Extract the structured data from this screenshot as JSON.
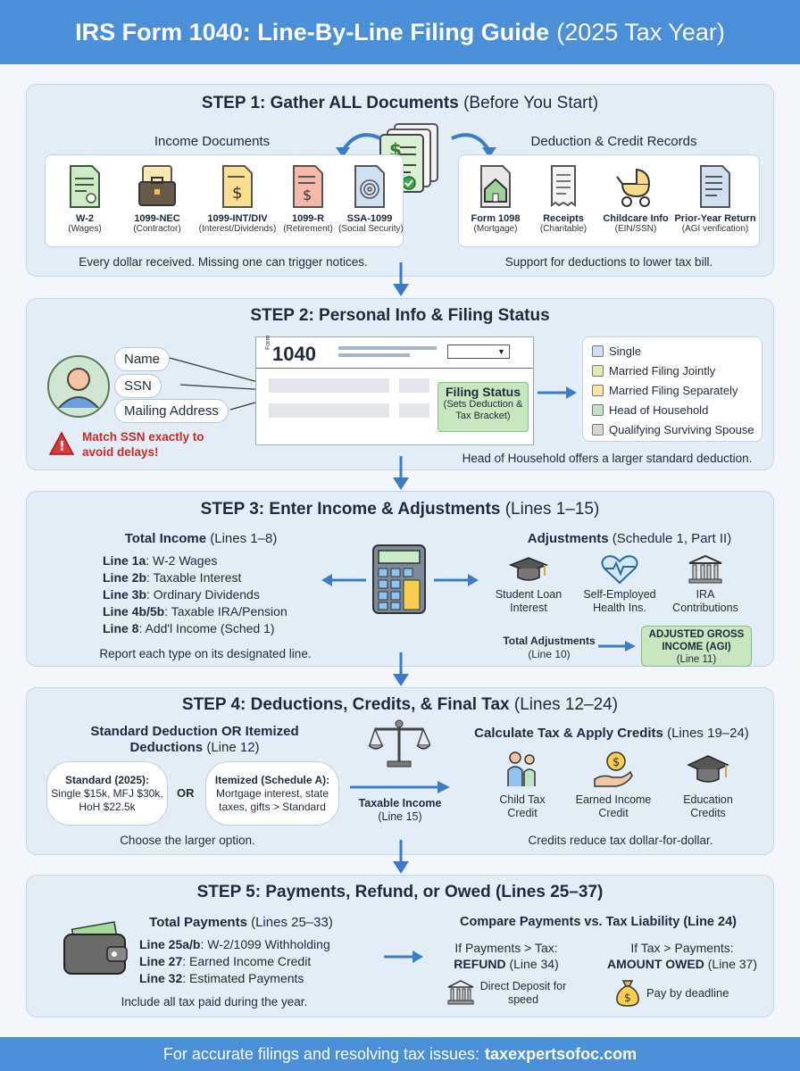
{
  "header": {
    "title_bold": "IRS Form 1040: Line-By-Line Filing Guide",
    "title_rest": "(2025 Tax Year)"
  },
  "step1": {
    "title_bold": "STEP 1: Gather ALL Documents",
    "title_rest": "(Before You Start)",
    "income_heading": "Income Documents",
    "deduction_heading": "Deduction & Credit Records",
    "income_docs": [
      {
        "label": "W-2",
        "sub": "(Wages)"
      },
      {
        "label": "1099-NEC",
        "sub": "(Contractor)"
      },
      {
        "label": "1099-INT/DIV",
        "sub": "(Interest/Dividends)"
      },
      {
        "label": "1099-R",
        "sub": "(Retirement)"
      },
      {
        "label": "SSA-1099",
        "sub": "(Social Security)"
      }
    ],
    "deduction_docs": [
      {
        "label": "Form 1098",
        "sub": "(Mortgage)"
      },
      {
        "label": "Receipts",
        "sub": "(Charitable)"
      },
      {
        "label": "Childcare Info",
        "sub": "(EIN/SSN)"
      },
      {
        "label": "Prior-Year Return",
        "sub": "(AGI verification)"
      }
    ],
    "note_left": "Every dollar received. Missing one can trigger notices.",
    "note_right": "Support for deductions to lower tax bill."
  },
  "step2": {
    "title": "STEP 2: Personal Info & Filing Status",
    "fields": [
      "Name",
      "SSN",
      "Mailing Address"
    ],
    "warning": "Match SSN exactly to avoid delays!",
    "form_small": "Form",
    "form_number": "1040",
    "filing_status_title": "Filing Status",
    "filing_status_sub": "(Sets Deduction & Tax Bracket)",
    "statuses": [
      {
        "label": "Single",
        "color": "#cfe0f3"
      },
      {
        "label": "Married Filing Jointly",
        "color": "#e3ecb3"
      },
      {
        "label": "Married Filing Separately",
        "color": "#f8e3a8"
      },
      {
        "label": "Head of Household",
        "color": "#bfe3c4"
      },
      {
        "label": "Qualifying Surviving Spouse",
        "color": "#d9d5d2"
      }
    ],
    "note": "Head of Household offers a larger standard deduction."
  },
  "step3": {
    "title_bold": "STEP 3: Enter Income & Adjustments",
    "title_rest": "(Lines 1–15)",
    "income_heading_bold": "Total Income",
    "income_heading_rest": "(Lines 1–8)",
    "lines": [
      {
        "line": "Line 1a",
        "text": ": W-2 Wages"
      },
      {
        "line": "Line 2b",
        "text": ": Taxable Interest"
      },
      {
        "line": "Line 3b",
        "text": ": Ordinary Dividends"
      },
      {
        "line": "Line 4b/5b",
        "text": ": Taxable IRA/Pension"
      },
      {
        "line": "Line 8",
        "text": ": Add'l Income (Sched 1)"
      }
    ],
    "income_note": "Report each type on its designated line.",
    "adj_heading_bold": "Adjustments",
    "adj_heading_rest": "(Schedule 1, Part II)",
    "adjustments": [
      {
        "label": "Student Loan Interest"
      },
      {
        "label": "Self-Employed Health Ins."
      },
      {
        "label": "IRA Contributions"
      }
    ],
    "total_adj": "Total Adjustments",
    "total_adj_line": "(Line 10)",
    "agi": "ADJUSTED GROSS INCOME (AGI)",
    "agi_line": "(Line 11)"
  },
  "step4": {
    "title_bold": "STEP 4: Deductions, Credits, & Final Tax",
    "title_rest": "(Lines 12–24)",
    "ded_heading_bold": "Standard Deduction OR Itemized Deductions",
    "ded_heading_rest": "(Line 12)",
    "standard_title": "Standard (2025):",
    "standard_body": "Single $15k, MFJ $30k, HoH $22.5k",
    "or": "OR",
    "itemized_title": "Itemized (Schedule A):",
    "itemized_body": "Mortgage interest, state taxes, gifts > Standard",
    "ded_note": "Choose the larger option.",
    "taxable": "Taxable Income",
    "taxable_line": "(Line 15)",
    "credits_heading_bold": "Calculate Tax & Apply Credits",
    "credits_heading_rest": "(Lines 19–24)",
    "credits": [
      {
        "label": "Child Tax Credit"
      },
      {
        "label": "Earned Income Credit"
      },
      {
        "label": "Education Credits"
      }
    ],
    "credits_note": "Credits reduce tax dollar-for-dollar."
  },
  "step5": {
    "title": "STEP 5: Payments, Refund, or Owed (Lines 25–37)",
    "pay_heading_bold": "Total Payments",
    "pay_heading_rest": "(Lines 25–33)",
    "lines": [
      {
        "line": "Line 25a/b",
        "text": ": W-2/1099 Withholding"
      },
      {
        "line": "Line 27",
        "text": ": Earned Income Credit"
      },
      {
        "line": "Line 32",
        "text": ": Estimated Payments"
      }
    ],
    "pay_note": "Include all tax paid during the year.",
    "compare_heading": "Compare Payments vs. Tax Liability (Line 24)",
    "refund_cond": "If Payments > Tax:",
    "refund_bold": "REFUND",
    "refund_line": "(Line 34)",
    "owed_cond": "If Tax > Payments:",
    "owed_bold": "AMOUNT OWED",
    "owed_line": "(Line 37)",
    "deposit": "Direct Deposit for speed",
    "deadline": "Pay by deadline"
  },
  "footer": {
    "text": "For accurate filings and resolving tax issues:",
    "site": "taxexpertsofoc.com"
  }
}
